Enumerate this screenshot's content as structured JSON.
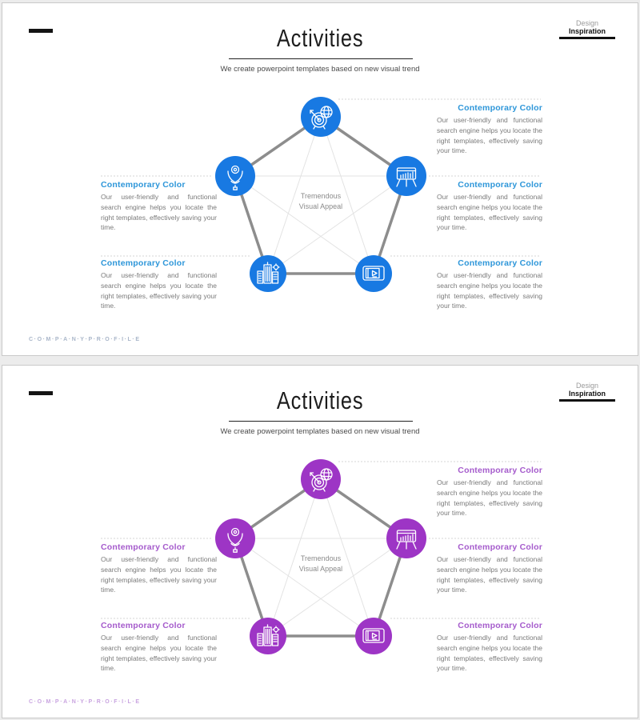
{
  "slides": [
    {
      "accent": "#1879e2",
      "heading_color": "#2d96d9",
      "footer_color": "#a9b6c9",
      "header": {
        "design": "Design",
        "inspiration": "Inspiration"
      },
      "title": "Activities",
      "subtitle": "We create powerpoint templates based on new visual trend",
      "center_label_line1": "Tremendous",
      "center_label_line2": "Visual Appeal",
      "footer": "C·O·M·P·A·N·Y·P·R·O·F·I·L·E",
      "icons": [
        "target-globe-icon",
        "location-pin-icon",
        "presentation-chart-icon",
        "buildings-icon",
        "video-player-icon"
      ],
      "blocks": [
        {
          "heading": "Contemporary Color",
          "body": "Our user-friendly and functional search engine helps you locate the right templates, effectively saving your time."
        },
        {
          "heading": "Contemporary Color",
          "body": "Our user-friendly and functional search engine helps you locate the right templates, effectively saving your time."
        },
        {
          "heading": "Contemporary Color",
          "body": "Our user-friendly and functional search engine helps you locate the right templates, effectively saving your time."
        },
        {
          "heading": "Contemporary Color",
          "body": "Our user-friendly and functional search engine helps you locate the right templates, effectively saving your time."
        },
        {
          "heading": "Contemporary Color",
          "body": "Our user-friendly and functional search engine helps you locate the right templates, effectively saving your time."
        }
      ]
    },
    {
      "accent": "#9d35c5",
      "heading_color": "#a55bcc",
      "footer_color": "#c9a4e0",
      "header": {
        "design": "Design",
        "inspiration": "Inspiration"
      },
      "title": "Activities",
      "subtitle": "We create powerpoint templates based on new visual trend",
      "center_label_line1": "Tremendous",
      "center_label_line2": "Visual Appeal",
      "footer": "C·O·M·P·A·N·Y·P·R·O·F·I·L·E",
      "icons": [
        "target-globe-icon",
        "location-pin-icon",
        "presentation-chart-icon",
        "buildings-icon",
        "video-player-icon"
      ],
      "blocks": [
        {
          "heading": "Contemporary Color",
          "body": "Our user-friendly and functional search engine helps you locate the right templates, effectively saving your time."
        },
        {
          "heading": "Contemporary Color",
          "body": "Our user-friendly and functional search engine helps you locate the right templates, effectively saving your time."
        },
        {
          "heading": "Contemporary Color",
          "body": "Our user-friendly and functional search engine helps you locate the right templates, effectively saving your time."
        },
        {
          "heading": "Contemporary Color",
          "body": "Our user-friendly and functional search engine helps you locate the right templates, effectively saving your time."
        },
        {
          "heading": "Contemporary Color",
          "body": "Our user-friendly and functional search engine helps you locate the right templates, effectively saving your time."
        }
      ]
    }
  ]
}
